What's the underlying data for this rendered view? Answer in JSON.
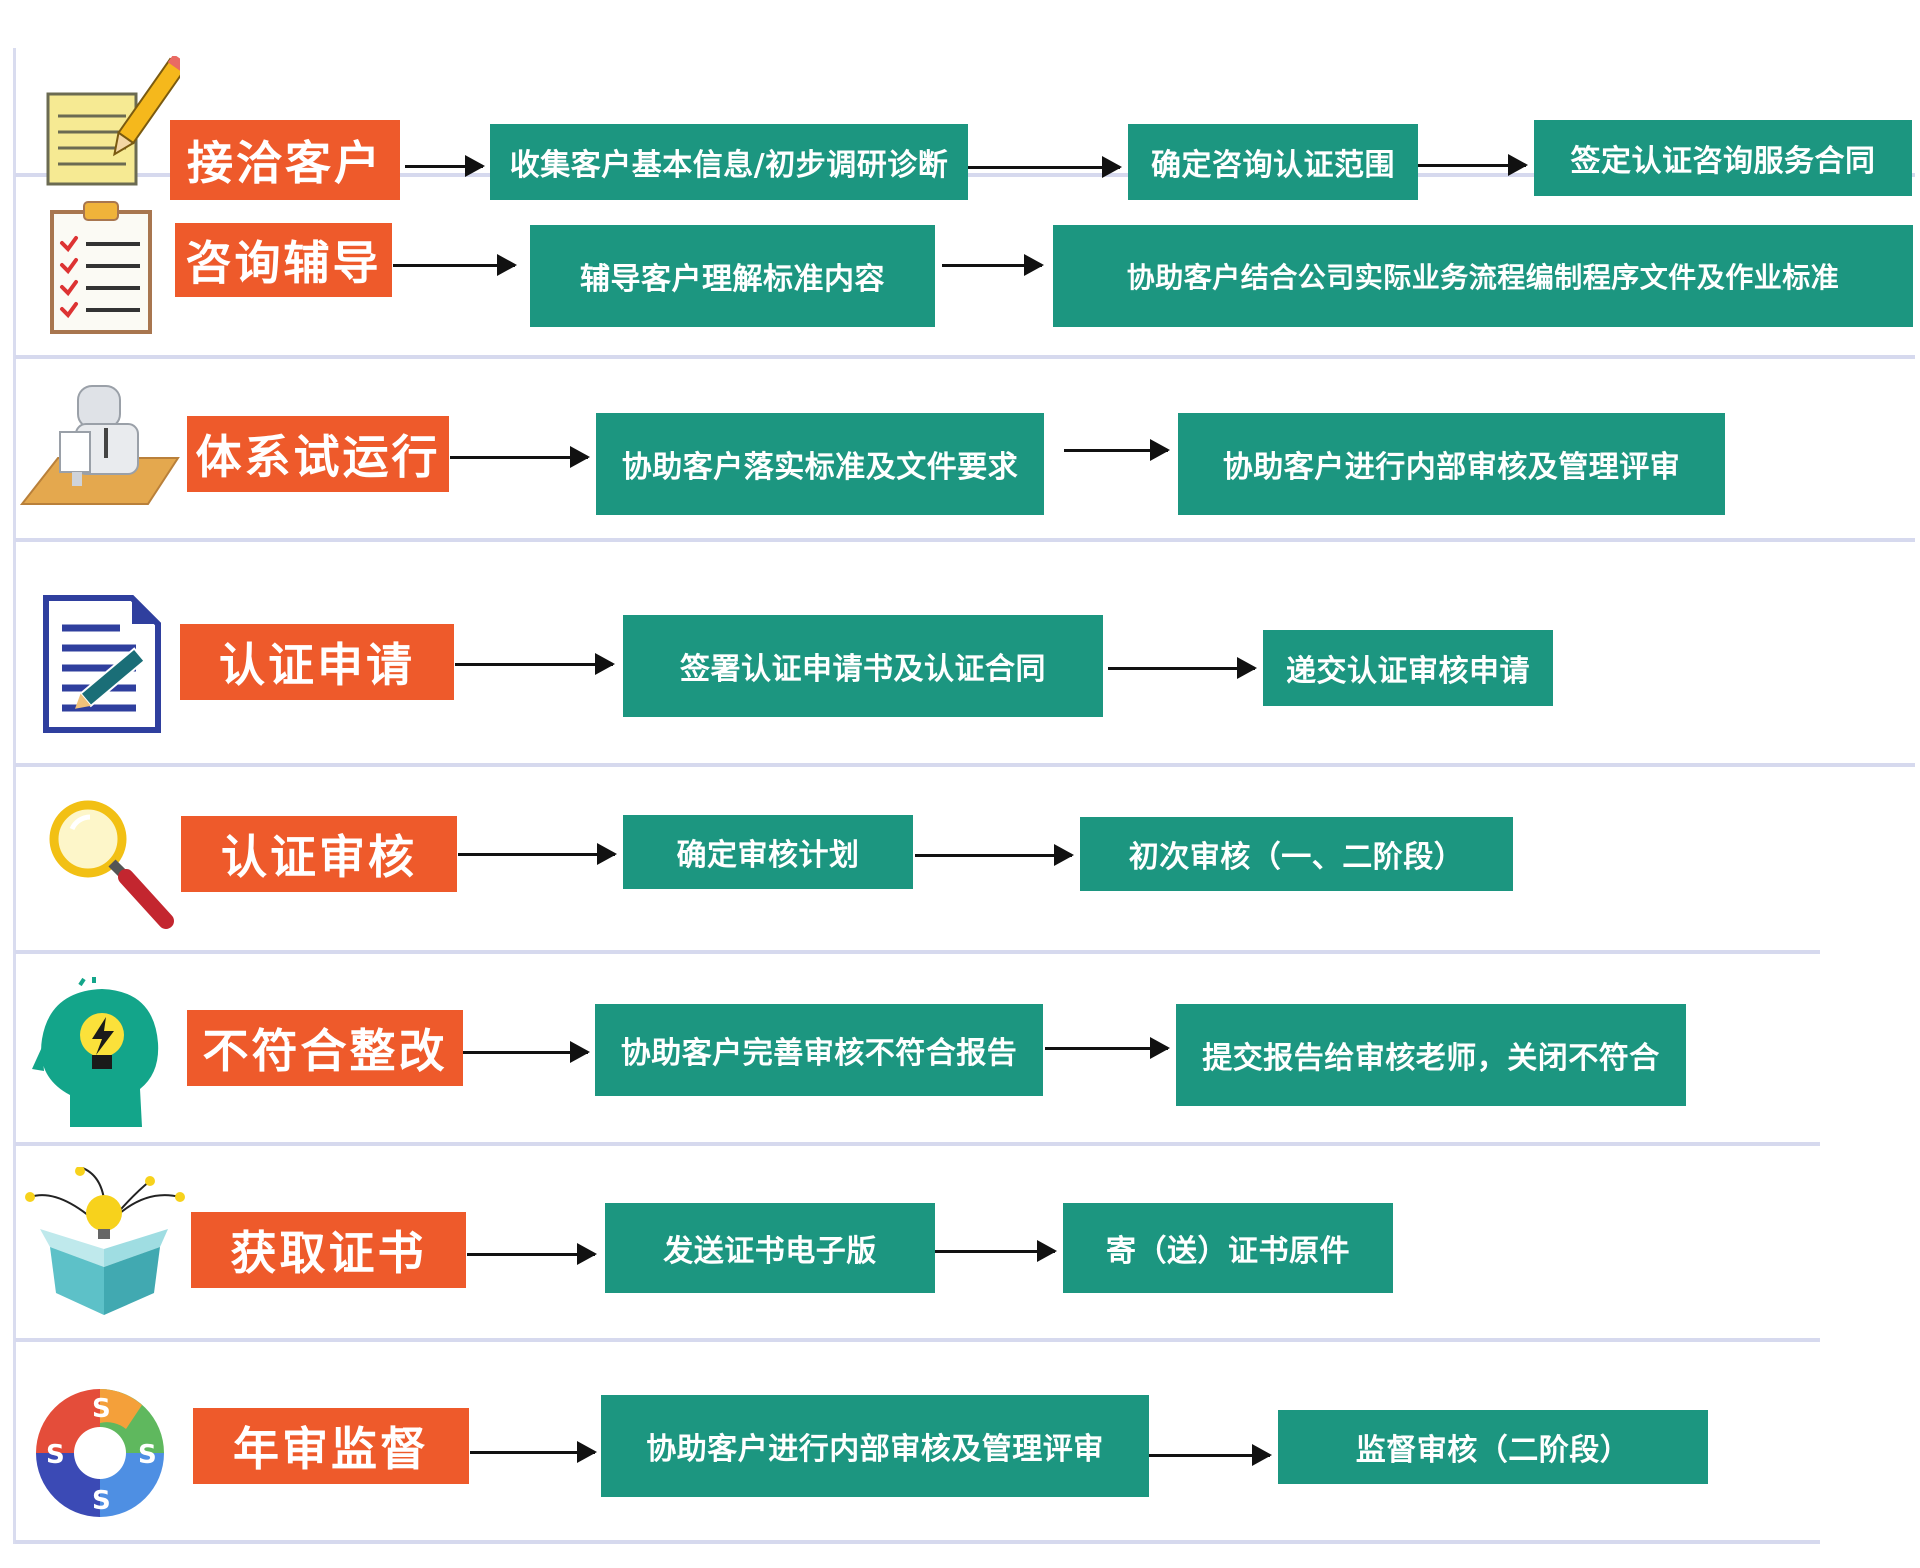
{
  "colors": {
    "stage_label_bg": "#ee5a2b",
    "step_box_bg": "#1c9680",
    "text": "#ffffff",
    "arrow": "#111111",
    "divider": "#d6d9ee"
  },
  "stages": [
    {
      "icon": "notepad-pencil-icon",
      "label": "接洽客户",
      "steps": [
        "收集客户基本信息/初步调研诊断",
        "确定咨询认证范围",
        "签定认证咨询服务合同"
      ]
    },
    {
      "icon": "clipboard-checklist-icon",
      "label": "咨询辅导",
      "steps": [
        "辅导客户理解标准内容",
        "协助客户结合公司实际业务流程编制程序文件及作业标准"
      ]
    },
    {
      "icon": "office-worker-desk-icon",
      "label": "体系试运行",
      "steps": [
        "协助客户落实标准及文件要求",
        "协助客户进行内部审核及管理评审"
      ]
    },
    {
      "icon": "document-edit-icon",
      "label": "认证申请",
      "steps": [
        "签署认证申请书及认证合同",
        "递交认证审核申请"
      ]
    },
    {
      "icon": "magnifier-icon",
      "label": "认证审核",
      "steps": [
        "确定审核计划",
        "初次审核（一、二阶段）"
      ]
    },
    {
      "icon": "head-lightbulb-icon",
      "label": "不符合整改",
      "steps": [
        "协助客户完善审核不符合报告",
        "提交报告给审核老师，关闭不符合"
      ]
    },
    {
      "icon": "gift-box-lightbulb-icon",
      "label": "获取证书",
      "steps": [
        "发送证书电子版",
        "寄（送）证书原件"
      ]
    },
    {
      "icon": "cycle-arrows-icon",
      "label": "年审监督",
      "steps": [
        "协助客户进行内部审核及管理评审",
        "监督审核（二阶段）"
      ]
    }
  ]
}
